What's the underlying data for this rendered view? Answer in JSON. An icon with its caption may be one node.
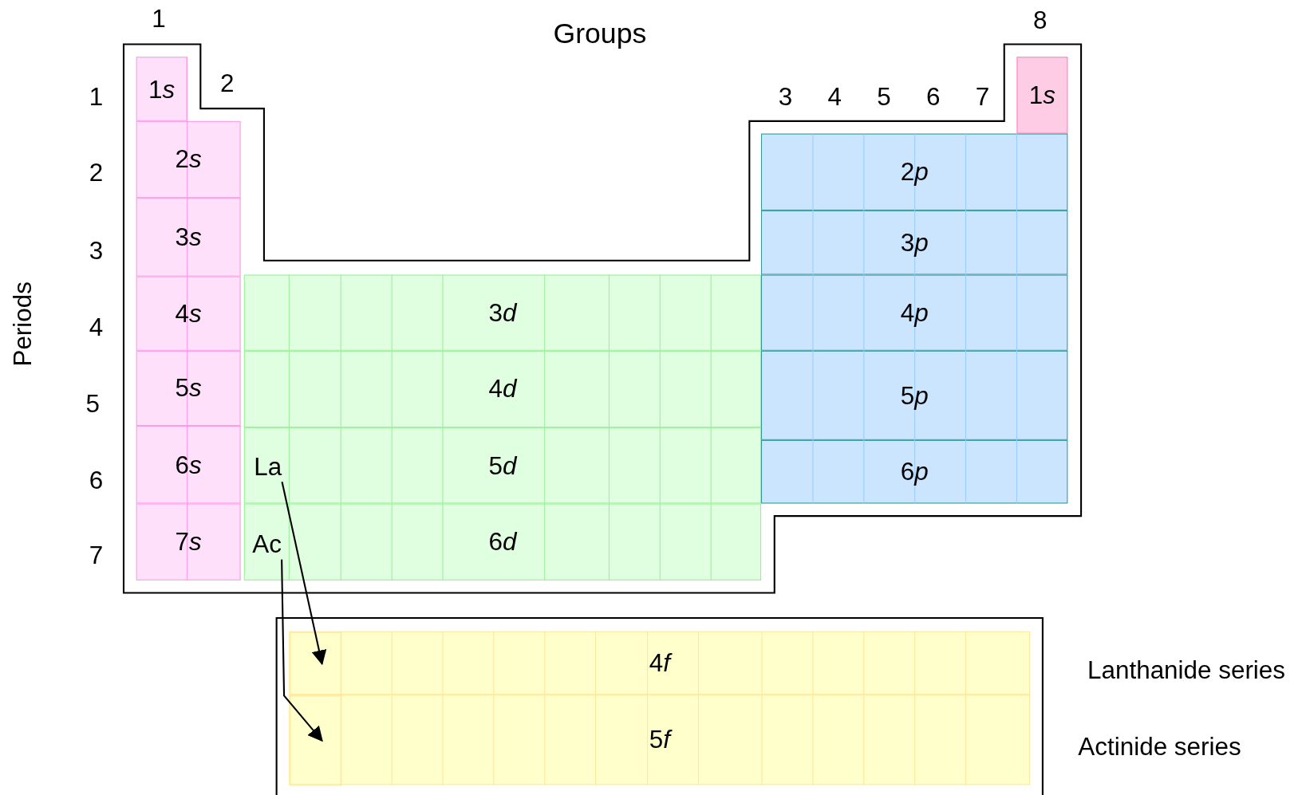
{
  "diagram": {
    "title": "Groups",
    "nodes": [
      {
        "text": [
          "1s"
        ]
      },
      {
        "text": [
          "1s"
        ]
      },
      {
        "text": [
          "2s"
        ]
      },
      {
        "text": [
          "2p"
        ]
      },
      {
        "text": [
          "3s"
        ]
      },
      {
        "text": [
          "3p"
        ]
      },
      {
        "text": [
          "4s"
        ]
      },
      {
        "text": [
          "3d"
        ]
      },
      {
        "text": [
          "4p"
        ]
      },
      {
        "text": [
          "5s"
        ]
      },
      {
        "text": [
          "4d"
        ]
      },
      {
        "text": [
          "5p"
        ]
      },
      {
        "text": [
          "6s"
        ]
      },
      {
        "text": [
          "5d"
        ]
      },
      {
        "text": [
          "La"
        ],
        "in": 13
      },
      {
        "text": [
          "6p"
        ]
      },
      {
        "text": [
          "7s"
        ]
      },
      {
        "text": [
          "6d"
        ]
      },
      {
        "text": [
          "Ac"
        ],
        "in": 17
      },
      {
        "text": [
          "4f"
        ],
        "beside": [
          "Lanthanide series"
        ]
      },
      {
        "text": [],
        "shape": "box",
        "in": 19
      },
      {
        "text": [
          "5f"
        ],
        "beside": [
          "Actinide series"
        ]
      },
      {
        "text": [],
        "shape": "box",
        "in": 21
      }
    ],
    "edges": [
      {
        "from": 14,
        "to": 20,
        "arrow": "to"
      },
      {
        "from": 18,
        "to": 22,
        "arrow": "to"
      }
    ],
    "labels": [
      "1",
      "8",
      "2",
      "1",
      "3",
      "4",
      "5",
      "6",
      "7",
      "2",
      "3",
      "Periods",
      "4",
      "5",
      "6",
      "7"
    ]
  }
}
